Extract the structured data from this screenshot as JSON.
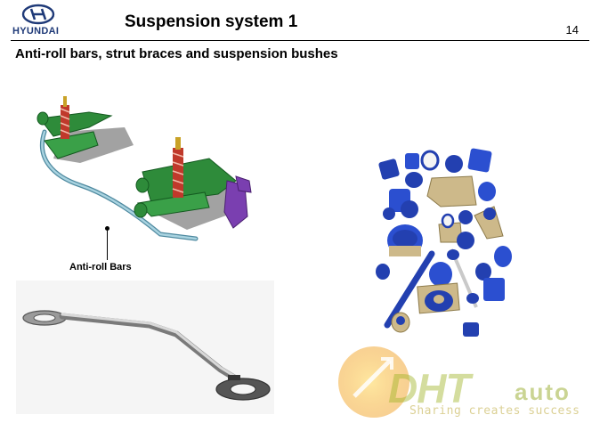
{
  "header": {
    "brand": "HYUNDAI",
    "title": "Suspension system 1",
    "page_number": "14"
  },
  "content": {
    "subtitle": "Anti-roll bars, strut braces and suspension bushes",
    "anti_roll_label": "Anti-roll Bars"
  },
  "watermark": {
    "brand": "DHT",
    "auto": "auto",
    "tagline": "Sharing creates success"
  },
  "colors": {
    "brand_blue": "#1f3a78",
    "bush_blue": "#2340b0",
    "arm_green": "#2e8b3a",
    "spring_red": "#c0392b",
    "bar_teal": "#7fb7c8",
    "bracket_purple": "#7a3fb0"
  },
  "icons": {
    "logo": "hyundai-logo-icon"
  }
}
